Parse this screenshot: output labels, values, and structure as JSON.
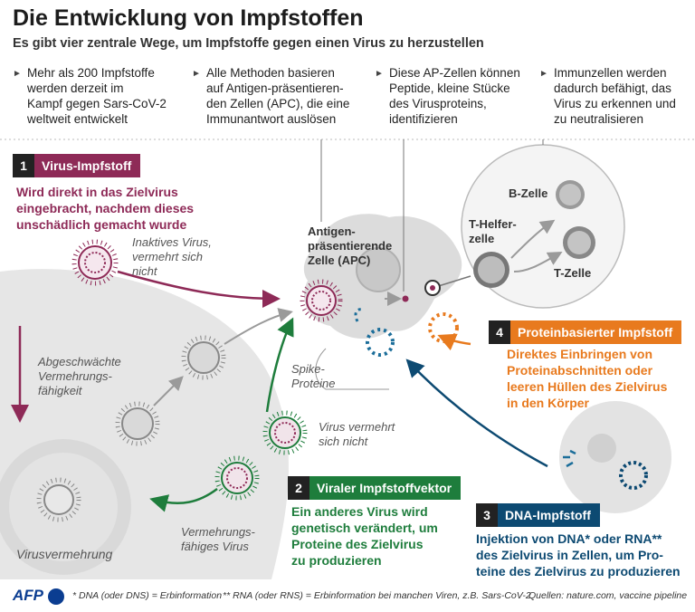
{
  "header": {
    "title": "Die Entwicklung von Impfstoffen",
    "subtitle": "Es gibt vier zentrale Wege, um Impfstoffe gegen einen Virus zu herzustellen"
  },
  "bullets": [
    "Mehr als 200 Impfstoffe\nwerden derzeit im\nKampf gegen Sars-CoV-2\nweltweit entwickelt",
    "Alle Methoden basieren\nauf Antigen-präsentieren-\nden Zellen (APC), die eine\nImmunantwort auslösen",
    "Diese AP-Zellen können\nPeptide, kleine Stücke\ndes Virusproteins,\nidentifizieren",
    "Immunzellen werden\ndadurch befähigt, das\nVirus zu erkennen und\nzu neutralisieren"
  ],
  "methods": [
    {
      "num": "1",
      "label": "Virus-Impfstoff",
      "desc": "Wird direkt in das Zielvirus\neingebracht, nachdem dieses\nunschädlich gemacht wurde",
      "color": "#8e2a57"
    },
    {
      "num": "2",
      "label": "Viraler Impfstoffvektor",
      "desc": "Ein anderes Virus wird\ngenetisch verändert, um\nProteine des Zielvirus\nzu produzieren",
      "color": "#1e7d3c"
    },
    {
      "num": "3",
      "label": "DNA-Impfstoff",
      "desc": "Injektion von DNA* oder RNA**\ndes Zielvirus in Zellen, um Pro-\nteine des Zielvirus zu produzieren",
      "color": "#0d4a72"
    },
    {
      "num": "4",
      "label": "Proteinbasierter Impfstoff",
      "desc": "Direktes Einbringen von\nProteinabschnitten oder\nleeren Hüllen des Zielvirus\nin den Körper",
      "color": "#e87a1e"
    }
  ],
  "labels": {
    "inactive_virus": "Inaktives Virus,\nvermehrt sich\nnicht",
    "attenuated": "Abgeschwächte\nVermehrungs-\nfähigkeit",
    "virus_replication": "Virusvermehrung",
    "replicating_virus": "Vermehrungs-\nfähiges Virus",
    "virus_no_replication": "Virus vermehrt\nsich nicht",
    "spike_proteins": "Spike-\nProteine",
    "apc": "Antigen-\npräsentierende\nZelle (APC)",
    "b_cell": "B-Zelle",
    "t_helper": "T-Helfer-\nzelle",
    "t_cell": "T-Zelle"
  },
  "footer": {
    "logo": "AFP",
    "note_dna": "* DNA (oder DNS) = Erbinformation",
    "note_rna": "** RNA (oder RNS) = Erbinformation bei manchen Viren, z.B. Sars-CoV-2",
    "sources": "Quellen: nature.com, vaccine pipeline"
  }
}
